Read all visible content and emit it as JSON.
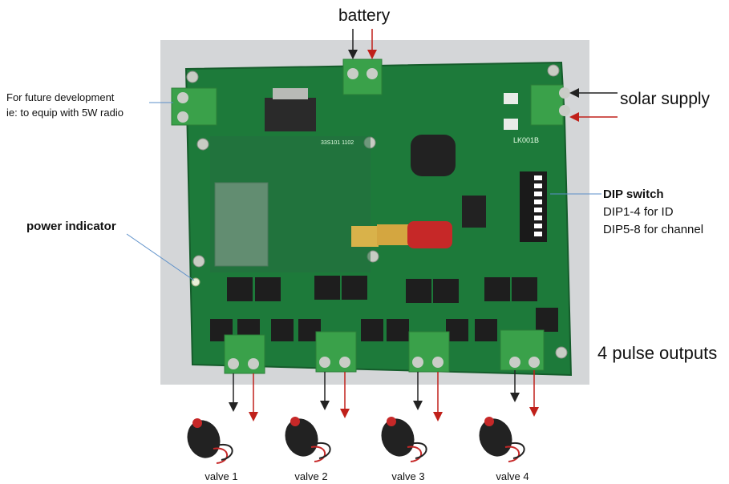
{
  "labels": {
    "battery": "battery",
    "solar_supply": "solar supply",
    "future_line1": "For future development",
    "future_line2": "ie: to equip with 5W radio",
    "power_indicator": "power indicator",
    "dip_title": "DIP switch",
    "dip_line1": "DIP1-4 for ID",
    "dip_line2": "DIP5-8 for channel",
    "pulse_outputs": "4 pulse outputs"
  },
  "pcb_texts": {
    "board_id": "LK001B",
    "chip_id": "33S101 1102"
  },
  "valves": [
    {
      "label": "valve 1"
    },
    {
      "label": "valve 2"
    },
    {
      "label": "valve 3"
    },
    {
      "label": "valve 4"
    }
  ],
  "colors": {
    "pcb": "#1d7a3a",
    "terminal": "#3aa14a",
    "arrow_positive": "#c0201a",
    "arrow_negative": "#222222",
    "callout_line": "#5b8fc9"
  }
}
